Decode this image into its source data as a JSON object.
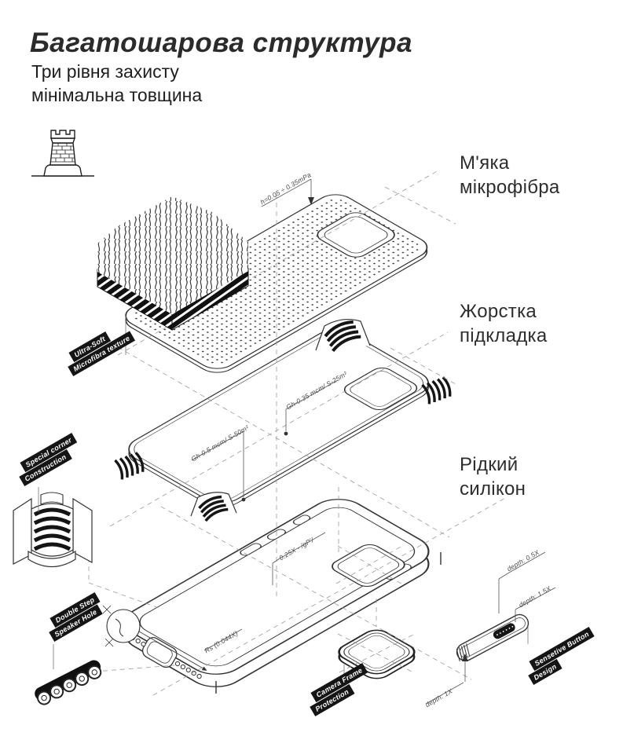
{
  "header": {
    "title": "Багатошарова структура",
    "subtitle": [
      "Три рівня захисту",
      "мінімальна товщина"
    ]
  },
  "icons": {
    "badge": "rook-tower-icon"
  },
  "layer_labels": [
    {
      "id": "soft-microfiber",
      "lines": [
        "М'яка",
        "мікрофібра"
      ]
    },
    {
      "id": "hard-lining",
      "lines": [
        "Жорстка",
        "підкладка"
      ]
    },
    {
      "id": "liquid-silicone",
      "lines": [
        "Рідкий",
        "силікон"
      ]
    }
  ],
  "feature_tags": [
    {
      "id": "microfibra",
      "lines": [
        "Ultra-Soft",
        "Microfibra texture"
      ]
    },
    {
      "id": "corner",
      "lines": [
        "Special corner",
        "Construction"
      ]
    },
    {
      "id": "speaker",
      "lines": [
        "Double Step",
        "Speaker Hole"
      ]
    },
    {
      "id": "camera",
      "lines": [
        "Camera Frame",
        "Protection"
      ]
    },
    {
      "id": "button",
      "lines": [
        "Sensetive Button",
        "Design"
      ]
    }
  ],
  "measurements": [
    {
      "id": "m1",
      "text": "h=0.05 ÷ 0.35mPa"
    },
    {
      "id": "m2",
      "text": "Gh-0.35 mcm/ S-25m²"
    },
    {
      "id": "m3",
      "text": "Gh-0.5 mcm/ S-50m²"
    },
    {
      "id": "m4",
      "text": "0.25X - /gP'/"
    },
    {
      "id": "m5",
      "text": "Rs (0.044X)"
    },
    {
      "id": "m6",
      "text": "depth: 0.5X"
    },
    {
      "id": "m7",
      "text": "depth: 1.5X"
    },
    {
      "id": "m8",
      "text": "depth: 1X"
    }
  ],
  "colors": {
    "ink": "#2f2f2f",
    "line": "#333333",
    "dash": "#9a9a9a",
    "tag_bg": "#151515",
    "tag_text": "#ffffff",
    "background": "#ffffff"
  }
}
